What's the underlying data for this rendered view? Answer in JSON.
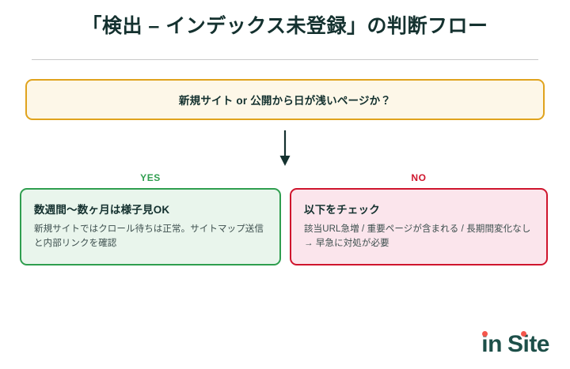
{
  "slide": {
    "title": "「検出 – インデックス未登録」の判断フロー",
    "question": {
      "text": "新規サイト or 公開から日が浅いページか？",
      "border_color": "#e0a31d",
      "fill_color": "#fdf7e8"
    },
    "arrow": {
      "icon": "arrow-down-icon",
      "color": "#14312f"
    },
    "branches": [
      {
        "label": "YES",
        "label_color": "#2f9e4f",
        "heading": "数週間〜数ヶ月は様子見OK",
        "body": "新規サイトではクロール待ちは正常。サイトマップ送信と内部リンクを確認",
        "border_color": "#2f9e4f",
        "fill_color": "#e9f5ec"
      },
      {
        "label": "NO",
        "label_color": "#cf152d",
        "heading": "以下をチェック",
        "body": "該当URL急増 / 重要ページが含まれる / 長期間変化なし → 早急に対処が必要",
        "border_color": "#cf152d",
        "fill_color": "#fbe5ec"
      }
    ],
    "logo": {
      "part1": "in",
      "part2": "Site",
      "text_color": "#1d4f49",
      "dot_color": "#f4564c"
    }
  }
}
